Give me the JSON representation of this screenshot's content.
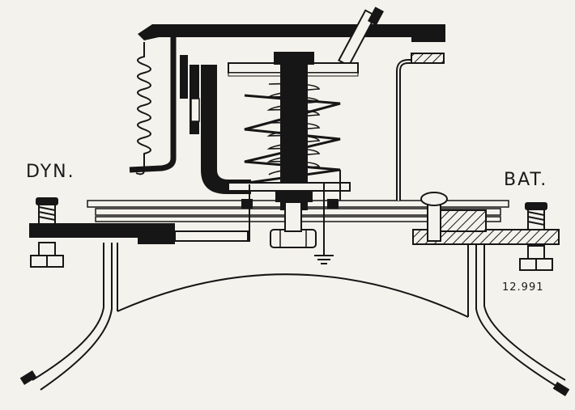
{
  "labels": {
    "dynamo": "DYN.",
    "battery": "BAT.",
    "figure_number": "12.991"
  },
  "colors": {
    "ink": "#161616",
    "paper": "#f4f2ec"
  }
}
